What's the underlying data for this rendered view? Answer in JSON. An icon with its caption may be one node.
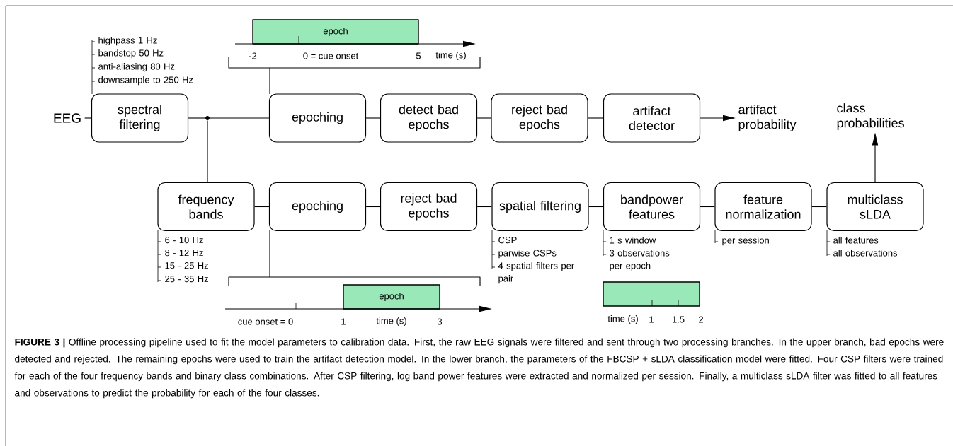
{
  "diagram": {
    "caption": "**FIGURE 3 |** Offline processing pipeline used to fit the model parameters to calibration data. First, the raw EEG signals were filtered and sent through two processing branches. In the upper branch, bad epochs were detected and rejected. The remaining epochs were used to train the artifact detection model. In the lower branch, the parameters of the FBCSP + sLDA classification model were fitted. Four CSP filters were trained for each of the four frequency bands and binary class combinations. After CSP filtering, log band power features were extracted and normalized per session. Finally, a multiclass sLDA filter was fitted to all features and observations to predict the probability for each of the four classes.",
    "nodes": [
      {
        "text": [
          "EEG"
        ]
      },
      {
        "text": [
          "spectral filtering"
        ],
        "beside": [
          "highpass 1 Hz",
          "bandstop 50 Hz",
          "anti-aliasing 80 Hz",
          "downsample to 250 Hz"
        ]
      },
      {
        "text": [],
        "shape": "circle"
      },
      {
        "text": [
          "epoching"
        ]
      },
      {
        "text": [
          "detect bad epochs"
        ]
      },
      {
        "text": [
          "reject bad epochs"
        ]
      },
      {
        "text": [
          "artifact detector"
        ]
      },
      {
        "text": [
          "artifact probability"
        ]
      },
      {
        "text": [
          "class probabilities"
        ]
      },
      {
        "text": [
          "frequency bands"
        ],
        "beside": [
          "6 - 10 Hz",
          "8 - 12 Hz",
          "15 - 25 Hz",
          "25 - 35 Hz"
        ]
      },
      {
        "text": [
          "epoching"
        ]
      },
      {
        "text": [
          "reject bad epochs"
        ]
      },
      {
        "text": [
          "spatial filtering"
        ],
        "beside": [
          "CSP",
          "parwise CSPs",
          "4 spatial filters per pair"
        ]
      },
      {
        "text": [
          "bandpower features"
        ],
        "beside": [
          "1 s window",
          "3 observations per epoch"
        ]
      },
      {
        "text": [
          "feature normalization"
        ],
        "beside": [
          "per session"
        ]
      },
      {
        "text": [
          "multiclass sLDA"
        ],
        "beside": [
          "all features",
          "all observations"
        ]
      },
      {
        "text": [
          "epoch"
        ]
      },
      {
        "text": [
          "epoch"
        ]
      },
      {
        "text": [],
        "shape": "box"
      }
    ],
    "edges": [
      {
        "from": 0,
        "to": 1,
        "arrow": "none"
      },
      {
        "from": 1,
        "to": 2,
        "arrow": "none"
      },
      {
        "from": 2,
        "to": 3,
        "arrow": "none"
      },
      {
        "from": 2,
        "to": 9,
        "arrow": "none"
      },
      {
        "from": 3,
        "to": 4,
        "arrow": "none"
      },
      {
        "from": 4,
        "to": 5,
        "arrow": "none"
      },
      {
        "from": 5,
        "to": 6,
        "arrow": "none"
      },
      {
        "from": 6,
        "to": 7,
        "arrow": "to"
      },
      {
        "from": 9,
        "to": 10,
        "arrow": "none"
      },
      {
        "from": 10,
        "to": 11,
        "arrow": "none"
      },
      {
        "from": 11,
        "to": 12,
        "arrow": "none"
      },
      {
        "from": 12,
        "to": 13,
        "arrow": "none"
      },
      {
        "from": 13,
        "to": 14,
        "arrow": "none"
      },
      {
        "from": 14,
        "to": 15,
        "arrow": "none"
      },
      {
        "from": 15,
        "to": 8,
        "arrow": "to"
      }
    ],
    "labels": [
      "-2",
      "0 = cue onset",
      "5",
      "time (s)",
      "cue onset = 0",
      "1",
      "time (s)",
      "3",
      "time (s)",
      "1",
      "1.5",
      "2"
    ]
  }
}
